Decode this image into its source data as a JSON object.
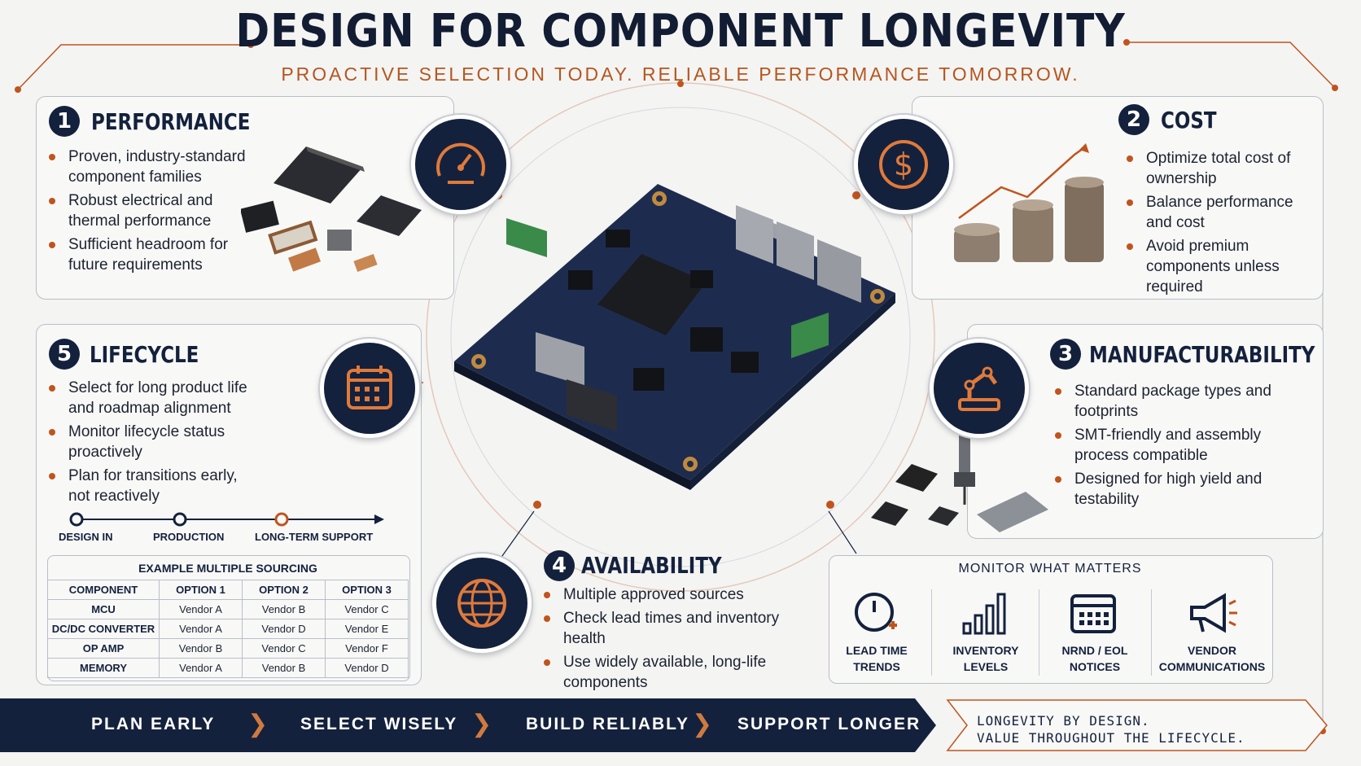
{
  "header": {
    "title": "DESIGN FOR COMPONENT LONGEVITY",
    "subtitle": "PROACTIVE SELECTION TODAY. RELIABLE PERFORMANCE TOMORROW."
  },
  "sections": {
    "performance": {
      "number": "1",
      "title": "PERFORMANCE",
      "bullets": [
        "Proven, industry-standard component families",
        "Robust electrical and thermal performance",
        "Sufficient headroom for future requirements"
      ],
      "icon": "speedometer-icon"
    },
    "cost": {
      "number": "2",
      "title": "COST",
      "bullets": [
        "Optimize total cost of ownership",
        "Balance performance and cost",
        "Avoid premium components unless required"
      ],
      "icon": "dollar-icon"
    },
    "manufacturability": {
      "number": "3",
      "title": "MANUFACTURABILITY",
      "bullets": [
        "Standard package types and footprints",
        "SMT-friendly and assembly process compatible",
        "Designed for high yield and testability"
      ],
      "icon": "robot-arm-icon"
    },
    "availability": {
      "number": "4",
      "title": "AVAILABILITY",
      "bullets": [
        "Multiple approved sources",
        "Check lead times and inventory health",
        "Use widely available, long-life components"
      ],
      "icon": "globe-icon"
    },
    "lifecycle": {
      "number": "5",
      "title": "LIFECYCLE",
      "bullets": [
        "Select for long product life and roadmap alignment",
        "Monitor lifecycle status proactively",
        "Plan for transitions early, not reactively"
      ],
      "icon": "calendar-icon",
      "timeline": [
        "DESIGN IN",
        "PRODUCTION",
        "LONG-TERM SUPPORT"
      ]
    }
  },
  "sourcing_table": {
    "title": "EXAMPLE MULTIPLE SOURCING",
    "headers": [
      "COMPONENT",
      "OPTION 1",
      "OPTION 2",
      "OPTION 3"
    ],
    "rows": [
      [
        "MCU",
        "Vendor A",
        "Vendor B",
        "Vendor C"
      ],
      [
        "DC/DC CONVERTER",
        "Vendor A",
        "Vendor D",
        "Vendor E"
      ],
      [
        "OP AMP",
        "Vendor B",
        "Vendor C",
        "Vendor F"
      ],
      [
        "MEMORY",
        "Vendor A",
        "Vendor B",
        "Vendor D"
      ]
    ]
  },
  "monitor": {
    "title": "MONITOR WHAT MATTERS",
    "items": [
      {
        "line1": "LEAD TIME",
        "line2": "TRENDS",
        "icon": "clock-plus-icon"
      },
      {
        "line1": "INVENTORY",
        "line2": "LEVELS",
        "icon": "bar-chart-icon"
      },
      {
        "line1": "NRND / EOL",
        "line2": "NOTICES",
        "icon": "calendar-icon"
      },
      {
        "line1": "VENDOR",
        "line2": "COMMUNICATIONS",
        "icon": "megaphone-icon"
      }
    ]
  },
  "footer": {
    "steps": [
      "PLAN EARLY",
      "SELECT WISELY",
      "BUILD RELIABLY",
      "SUPPORT LONGER"
    ],
    "tagline1": "LONGEVITY BY DESIGN.",
    "tagline2": "VALUE THROUGHOUT THE LIFECYCLE."
  },
  "colors": {
    "navy": "#14213d",
    "accent": "#c0541c",
    "board": "#1d2c4e",
    "bg": "#f4f4f3"
  }
}
